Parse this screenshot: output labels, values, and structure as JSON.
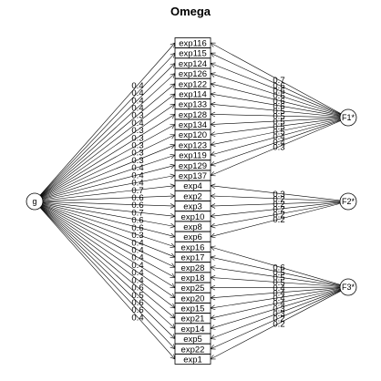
{
  "title": "Omega",
  "general_factor": "g",
  "groups": [
    {
      "factor": "F1*",
      "items": [
        "exp116",
        "exp115",
        "exp124",
        "exp126",
        "exp122",
        "exp114",
        "exp133",
        "exp128",
        "exp134",
        "exp120",
        "exp123",
        "exp119",
        "exp129",
        "exp137"
      ],
      "g_loadings": [
        "0.4",
        "0.4",
        "0.4",
        "0.4",
        "0.3",
        "0.4",
        "0.3",
        "0.3",
        "0.3",
        "0.3",
        "0.3",
        "0.4",
        "0.4",
        "0.4"
      ],
      "f_loadings": [
        "0.7",
        "0.6",
        "0.6",
        "0.6",
        "0.6",
        "0.6",
        "0.5",
        "0.5",
        "0.5",
        "0.5",
        "0.5",
        "0.4",
        "0.4",
        "0.3"
      ]
    },
    {
      "factor": "F2*",
      "items": [
        "exp4",
        "exp2",
        "exp3",
        "exp10",
        "exp8",
        "exp6"
      ],
      "g_loadings": [
        "0.7",
        "0.6",
        "0.6",
        "0.7",
        "0.6",
        "0.6"
      ],
      "f_loadings": [
        "0.3",
        "0.2",
        "0.2",
        "0.2",
        "0.2",
        "0.2"
      ]
    },
    {
      "factor": "F3*",
      "items": [
        "exp16",
        "exp17",
        "exp28",
        "exp18",
        "exp25",
        "exp20",
        "exp15",
        "exp21",
        "exp14",
        "exp5",
        "exp22",
        "exp1"
      ],
      "g_loadings": [
        "0.3",
        "0.4",
        "0.4",
        "0.4",
        "0.4",
        "0.4",
        "0.4",
        "0.6",
        "0.5",
        "0.6",
        "0.6",
        "0.4"
      ],
      "f_loadings": [
        "0.6",
        "0.5",
        "0.5",
        "0.5",
        "0.4",
        "0.4",
        "0.4",
        "0.4",
        "0.3",
        "0.3",
        "0.2",
        "0.2"
      ]
    }
  ]
}
